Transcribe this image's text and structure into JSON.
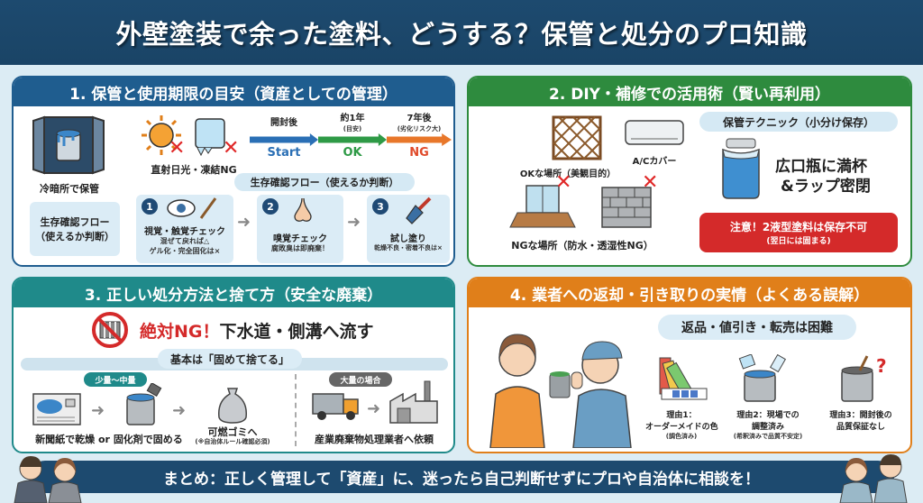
{
  "header": {
    "title": "外壁塗装で余った塗料、どうする？保管と処分のプロ知識"
  },
  "section1": {
    "title": "1. 保管と使用期限の目安（資産としての管理）",
    "storage_label": "冷暗所で保管",
    "ng_conditions_label": "直射日光・凍結NG",
    "timeline": [
      {
        "top": "開封後",
        "sub": "",
        "status": "Start",
        "color": "#2a6fb5"
      },
      {
        "top": "約1年",
        "sub": "(目安)",
        "status": "OK",
        "color": "#2e9a46"
      },
      {
        "top": "7年後",
        "sub": "(劣化リスク大)",
        "status": "NG",
        "color": "#e8772a"
      }
    ],
    "flow_pill": "生存確認フロー（使えるか判断）",
    "flow_side_label_1": "生存確認フロー",
    "flow_side_label_2": "（使えるか判断）",
    "steps": [
      {
        "num": "1",
        "title": "視覚・触覚チェック",
        "note1": "混ぜて戻れば△",
        "note2": "ゲル化・完全固化は×"
      },
      {
        "num": "2",
        "title": "嗅覚チェック",
        "note1": "腐敗臭は即廃棄！",
        "note2": ""
      },
      {
        "num": "3",
        "title": "試し塗り",
        "note1": "乾燥不良・密着不良は×",
        "note2": ""
      }
    ]
  },
  "section2": {
    "title": "2. DIY・補修での活用術（賢い再利用）",
    "ac_label": "A/Cカバー",
    "ok_label": "OKな場所（美観目的）",
    "ng_label": "NGな場所（防水・透湿性NG）",
    "technique_pill": "保管テクニック（小分け保存）",
    "technique_line1": "広口瓶に満杯",
    "technique_line2": "&ラップ密閉",
    "warning_line1": "注意！2液型塗料は保存不可",
    "warning_line2": "(翌日には固まる)"
  },
  "section3": {
    "title": "3. 正しい処分方法と捨て方（安全な廃棄）",
    "ng_prefix": "絶対NG！",
    "ng_text": "下水道・側溝へ流す",
    "basic_pill": "基本は「固めて捨てる」",
    "small_tag": "少量〜中量",
    "large_tag": "大量の場合",
    "small_method": "新聞紙で乾燥 or 固化剤で固める",
    "burnable_label": "可燃ゴミへ",
    "burnable_note": "(※自治体ルール確認必須)",
    "large_method": "産業廃棄物処理業者へ依頼"
  },
  "section4": {
    "title": "4. 業者への返却・引き取りの実情（よくある誤解）",
    "bubble": "返品・値引き・転売は困難",
    "reasons": [
      {
        "line1": "理由1：",
        "line2": "オーダーメイドの色",
        "note": "(調色済み)"
      },
      {
        "line1": "理由2：現場での",
        "line2": "調整済み",
        "note": "(希釈済みで品質不安定)"
      },
      {
        "line1": "理由3：開封後の",
        "line2": "品質保証なし",
        "note": ""
      }
    ]
  },
  "footer": {
    "summary": "まとめ：正しく管理して「資産」に、迷ったら自己判断せずにプロや自治体に相談を！"
  },
  "colors": {
    "navy": "#1d4a6f",
    "section1": "#1f5d8f",
    "section2": "#2e8b3e",
    "section3": "#1f8a8a",
    "section4": "#e07f1a",
    "warning": "#d42a2a"
  }
}
